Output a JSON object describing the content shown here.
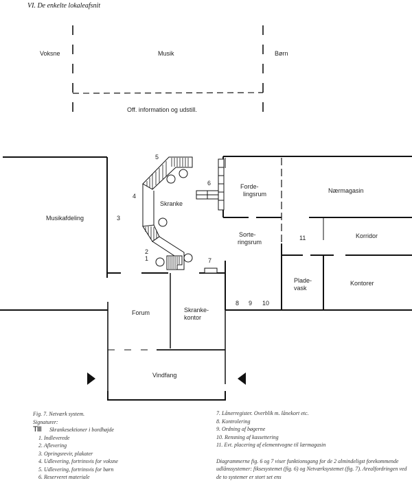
{
  "header": {
    "title": "VI. De enkelte lokaleafsnit"
  },
  "top_diagram": {
    "zones": [
      {
        "label": "Voksne"
      },
      {
        "label": "Musik"
      },
      {
        "label": "Børn"
      },
      {
        "label": "Off. information og udstill."
      }
    ]
  },
  "floor_plan": {
    "rooms": {
      "musikafdeling": "Musikafdeling",
      "skranke": "Skranke",
      "fordelingsrum_1": "Forde-",
      "fordelingsrum_2": "lingsrum",
      "naermagasin": "Nærmagasin",
      "sorteringsrum_1": "Sorte-",
      "sorteringsrum_2": "ringsrum",
      "korridor": "Korridor",
      "pladevask_1": "Plade-",
      "pladevask_2": "vask",
      "kontorer": "Kontorer",
      "forum": "Forum",
      "skrankekontor_1": "Skranke-",
      "skrankekontor_2": "kontor",
      "vindfang": "Vindfang"
    },
    "markers": [
      "1",
      "2",
      "3",
      "4",
      "5",
      "6",
      "7",
      "8",
      "9",
      "10",
      "11"
    ]
  },
  "legend": {
    "figure_caption": "Fig. 7. Netværk system.",
    "signatures_label": "Signaturer:",
    "signature_symbol": "TIII",
    "signature_text": "Skrankesektioner i bordhøjde",
    "items_left": [
      "1. Indleverede",
      "2. Aflevering",
      "3. Opringsrevir, plakater",
      "4. Udlevering, fortrinsvis for voksne",
      "5. Udlevering, fortrinsvis for børn",
      "6. Reserveret materiale"
    ],
    "items_right": [
      "7. Lånerregister. Overblik m. lånekort etc.",
      "8. Kontrolering",
      "9. Ordning af bøgerne",
      "10. Rensning af kassettering",
      "11. Evt. placering af elementvogne til lærmagasin"
    ],
    "paragraph": "Diagrammerne fig. 6 og 7 viser funktionsgang for de 2 almindeligst forekommende udlånssystemer: fiksesystemet (fig. 6) og Netværksystemet (fig. 7). Arealfordringen ved de to systemer er stort set ens"
  }
}
